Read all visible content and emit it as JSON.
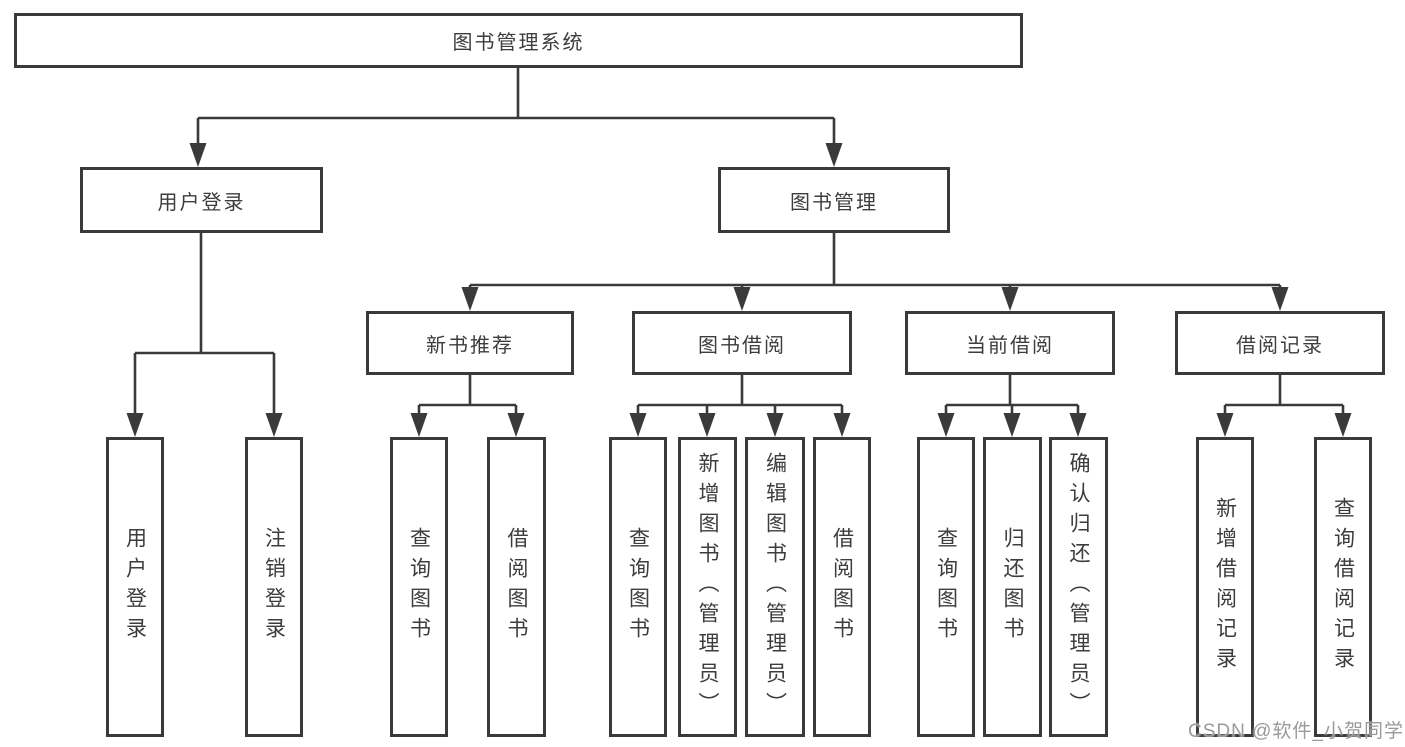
{
  "tree": {
    "root": "图书管理系统",
    "branches": {
      "user_login": {
        "label": "用户登录",
        "children": {
          "login": "用户登录",
          "logout": "注销登录"
        }
      },
      "book_mgmt": {
        "label": "图书管理",
        "children": {
          "new_book_rec": {
            "label": "新书推荐",
            "children": {
              "query": "查询图书",
              "borrow": "借阅图书"
            }
          },
          "book_borrow": {
            "label": "图书借阅",
            "children": {
              "query": "查询图书",
              "add": "新增图书（管理员）",
              "edit": "编辑图书（管理员）",
              "borrow": "借阅图书"
            }
          },
          "current_borrow": {
            "label": "当前借阅",
            "children": {
              "query": "查询图书",
              "return": "归还图书",
              "confirm_return": "确认归还（管理员）"
            }
          },
          "borrow_record": {
            "label": "借阅记录",
            "children": {
              "add_record": "新增借阅记录",
              "query_record": "查询借阅记录"
            }
          }
        }
      }
    }
  },
  "watermark": {
    "text": "CSDN @软件_小贺同学"
  },
  "colors": {
    "line": "#3a3a3a",
    "text": "#3d3d3d",
    "watermark": "#9a9a9a",
    "background": "#ffffff"
  }
}
